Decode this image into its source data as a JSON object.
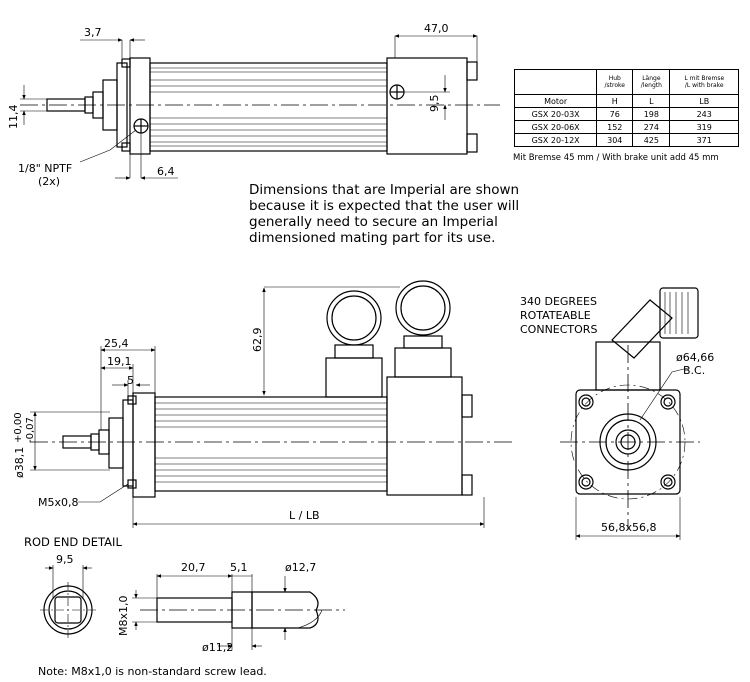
{
  "top_view": {
    "dim_3_7": "3,7",
    "dim_47_0": "47,0",
    "dim_11_4": "11,4",
    "dim_9_5": "9,5",
    "dim_6_4": "6,4",
    "port_label_line1": "1/8\" NPTF",
    "port_label_line2": "(2x)"
  },
  "spec_table": {
    "header": [
      "",
      "Hub\n/stroke",
      "Länge\n/length",
      "L mit Bremse\n/L with brake"
    ],
    "header_display": [
      [
        "",
        ""
      ],
      [
        "Hub",
        "/stroke"
      ],
      [
        "Länge",
        "/length"
      ],
      [
        "L mit Bremse",
        "/L with brake"
      ]
    ],
    "subheader": [
      "Motor",
      "H",
      "L",
      "LB"
    ],
    "rows": [
      [
        "GSX 20-03X",
        "76",
        "198",
        "243"
      ],
      [
        "GSX 20-06X",
        "152",
        "274",
        "319"
      ],
      [
        "GSX 20-12X",
        "304",
        "425",
        "371"
      ]
    ],
    "brake_note": "Mit Bremse 45 mm / With brake unit add 45 mm"
  },
  "imperial_note": [
    "Dimensions that are Imperial are shown",
    "because it is expected that the user will",
    "generally need to secure an Imperial",
    "dimensioned mating part for its use."
  ],
  "side_view": {
    "dim_25_4": "25,4",
    "dim_19_1": "19,1",
    "dim_5": "5",
    "dim_62_9": "62,9",
    "dim_dia38": "ø38,1",
    "dim_tol_upper": "+0,00",
    "dim_tol_lower": "-0,07",
    "thread_label": "M5x0,8",
    "length_label": "L / LB"
  },
  "end_view": {
    "connectors_label": [
      "340 DEGREES",
      "ROTATEABLE",
      "CONNECTORS"
    ],
    "bolt_circle_label": [
      "ø64,66",
      "B.C."
    ],
    "square_label": "56,8x56,8"
  },
  "rod_end": {
    "title": "ROD END DETAIL",
    "dim_9_5": "9,5",
    "dim_20_7": "20,7",
    "dim_5_1": "5,1",
    "dim_dia12_7": "ø12,7",
    "dim_m8": "M8x1,0",
    "dim_dia11_2": "ø11,2",
    "footnote": "Note: M8x1,0 is non-standard screw lead."
  }
}
